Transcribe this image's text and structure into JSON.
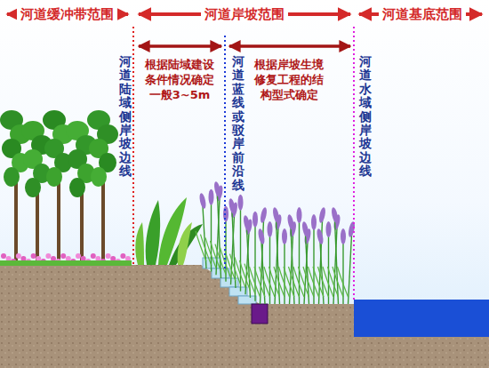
{
  "diagram": {
    "labels": [
      "河道缓冲带范围",
      "河道岸坡范围",
      "河道基底范围",
      "根据陆域建设 条件情况确定 一般3~5m",
      "根据岸坡生境 修复工程的结 构型式确定",
      "河道陆域侧岸坡边线",
      "河道蓝线或驳岸前沿线",
      "河道水域侧岸坡边线"
    ]
  }
}
